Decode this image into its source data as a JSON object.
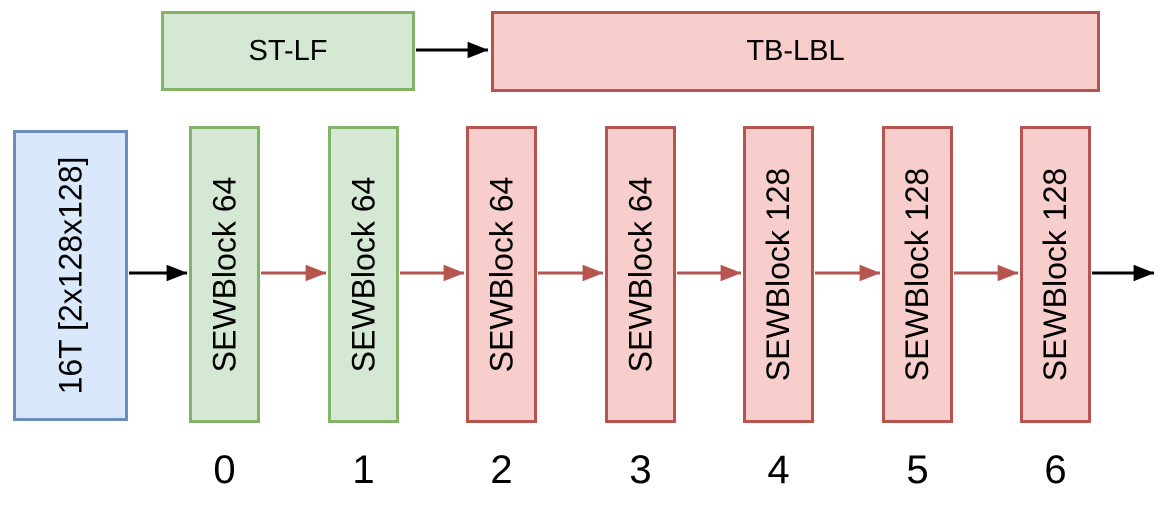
{
  "diagram": {
    "top_row": {
      "st_lf_label": "ST-LF",
      "tb_lbl_label": "TB-LBL"
    },
    "input": {
      "label": "16T [2x128x128]"
    },
    "blocks": [
      {
        "label": "SEWBlock 64",
        "index": "0",
        "scheme": "green"
      },
      {
        "label": "SEWBlock 64",
        "index": "1",
        "scheme": "green"
      },
      {
        "label": "SEWBlock 64",
        "index": "2",
        "scheme": "red"
      },
      {
        "label": "SEWBlock 64",
        "index": "3",
        "scheme": "red"
      },
      {
        "label": "SEWBlock 128",
        "index": "4",
        "scheme": "red"
      },
      {
        "label": "SEWBlock 128",
        "index": "5",
        "scheme": "red"
      },
      {
        "label": "SEWBlock 128",
        "index": "6",
        "scheme": "red"
      }
    ],
    "colors": {
      "blue_fill": "#dae8fc",
      "blue_border": "#6c8ebf",
      "green_fill": "#d5e8d4",
      "green_border": "#82b366",
      "red_fill": "#f8cecc",
      "red_border": "#b85450",
      "arrow_red": "#b85450",
      "arrow_black": "#000000",
      "text": "#000000",
      "background": "#ffffff"
    }
  }
}
